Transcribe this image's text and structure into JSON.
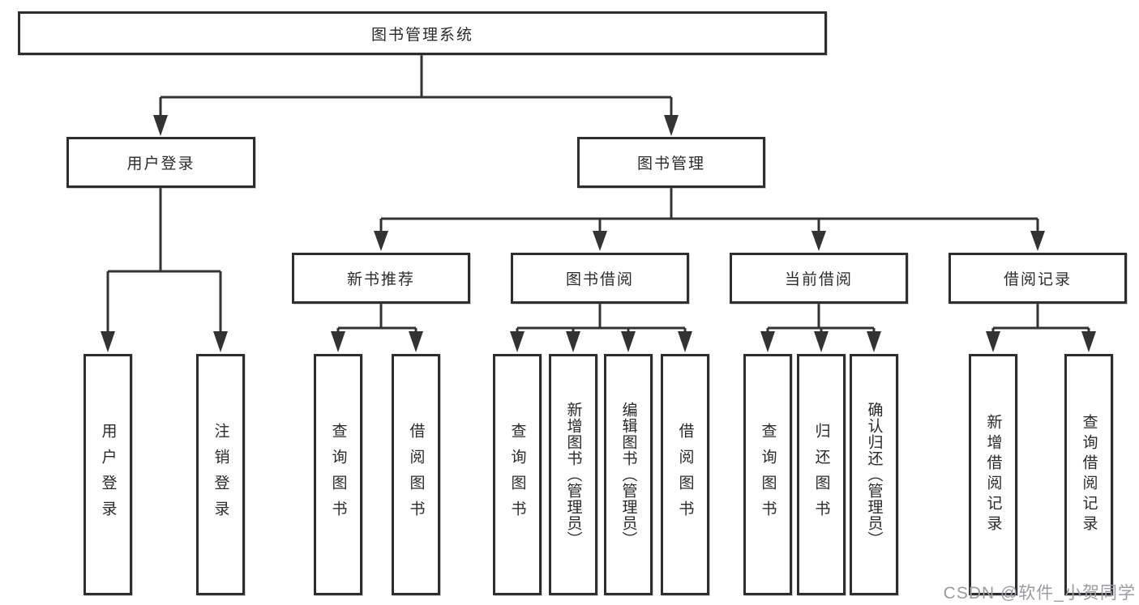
{
  "diagram": {
    "root": {
      "label": "图书管理系统"
    },
    "branches": [
      {
        "label": "用户登录",
        "children": [
          {
            "label": "用户登录"
          },
          {
            "label": "注销登录"
          }
        ]
      },
      {
        "label": "图书管理",
        "groups": [
          {
            "label": "新书推荐",
            "children": [
              {
                "label": "查询图书"
              },
              {
                "label": "借阅图书"
              }
            ]
          },
          {
            "label": "图书借阅",
            "children": [
              {
                "label": "查询图书"
              },
              {
                "label": "新增图书（管理员）"
              },
              {
                "label": "编辑图书（管理员）"
              },
              {
                "label": "借阅图书"
              }
            ]
          },
          {
            "label": "当前借阅",
            "children": [
              {
                "label": "查询图书"
              },
              {
                "label": "归还图书"
              },
              {
                "label": "确认归还（管理员）"
              }
            ]
          },
          {
            "label": "借阅记录",
            "children": [
              {
                "label": "新增借阅记录"
              },
              {
                "label": "查询借阅记录"
              }
            ]
          }
        ]
      }
    ]
  },
  "watermark": {
    "text": "CSDN @软件_小贺同学"
  },
  "colors": {
    "line": "#333333",
    "box_border": "#2e2e2e",
    "text": "#2b2b2b",
    "watermark": "#9b9ba1",
    "background": "#ffffff"
  }
}
